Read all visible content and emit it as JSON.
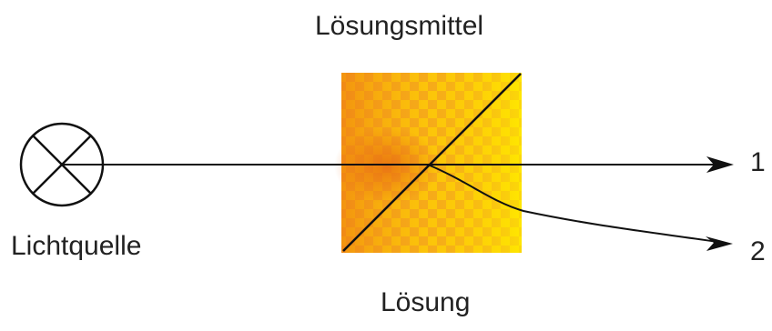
{
  "labels": {
    "solvent": "Lösungsmittel",
    "light_source": "Lichtquelle",
    "solution": "Lösung",
    "output_1": "1",
    "output_2": "2"
  },
  "colors": {
    "line": "#111111",
    "checker_dark": "#f39a12",
    "checker_mid": "#f5b81f",
    "checker_light": "#ffe300",
    "hot_zone": "#ef7f14"
  }
}
